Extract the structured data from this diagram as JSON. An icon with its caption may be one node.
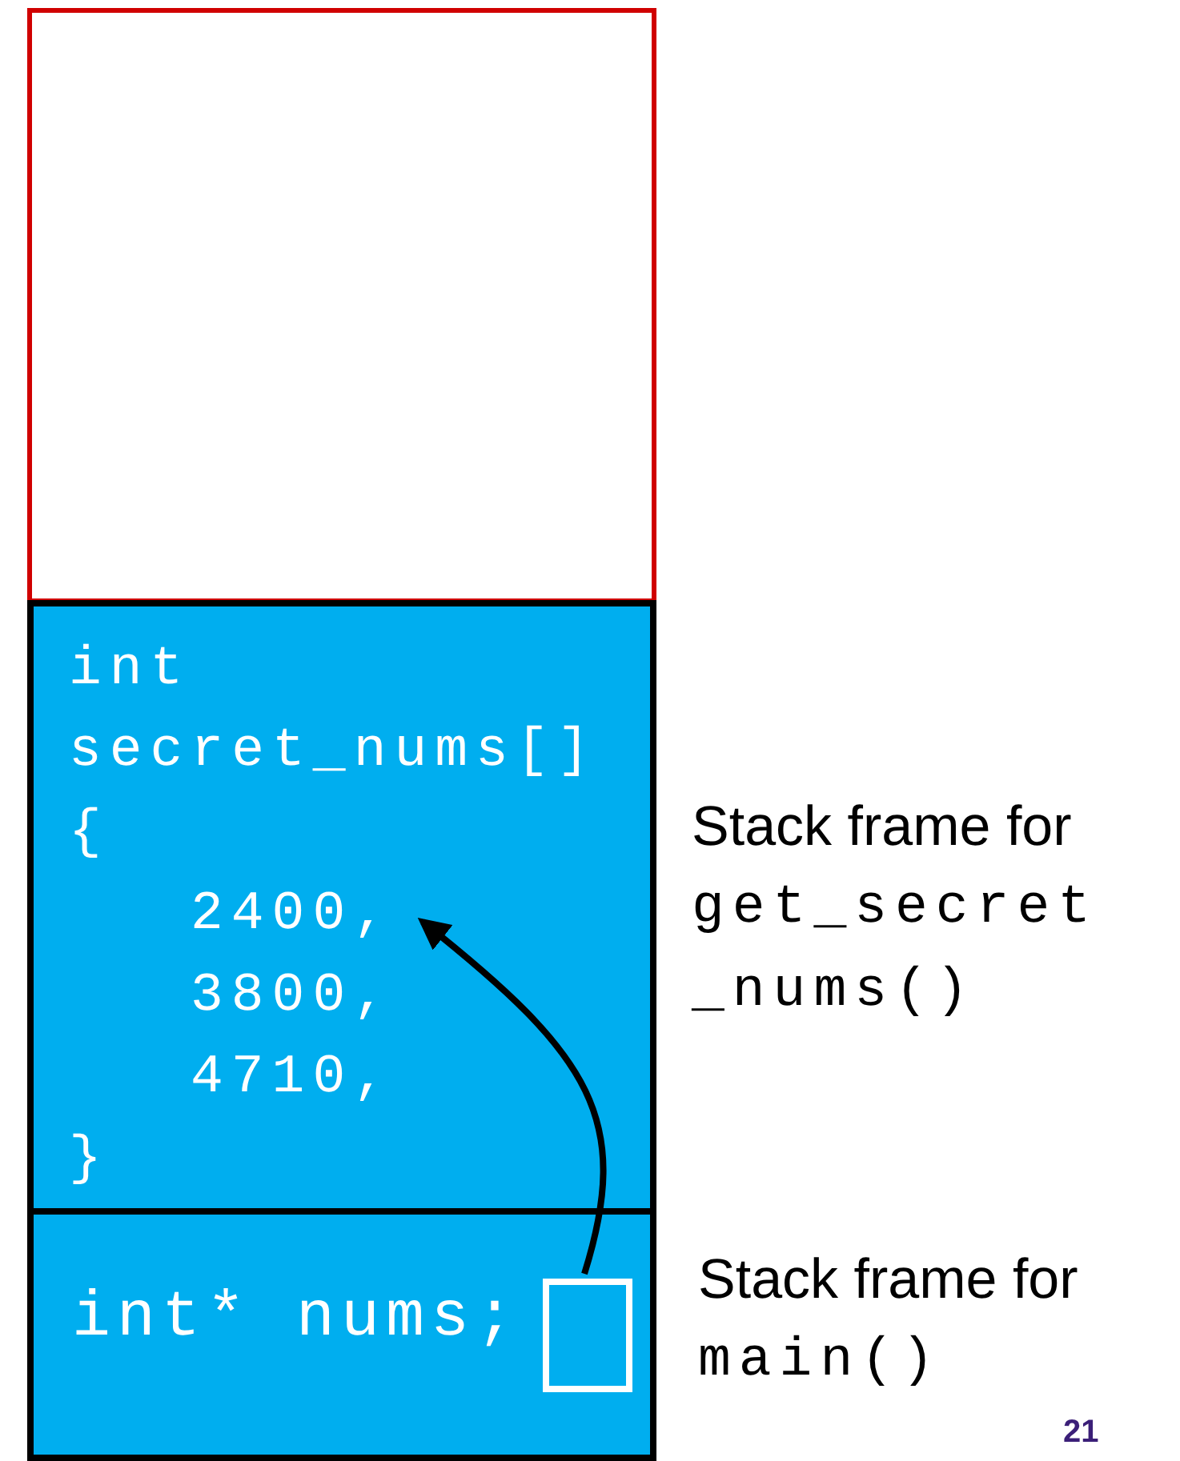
{
  "diagram": {
    "nodes": [
      {
        "text": [],
        "shape": "box"
      },
      {
        "text": [
          "int secret_nums[]",
          "{",
          "2400,",
          "3800,",
          "4710,",
          "}"
        ],
        "beside": [
          "Stack frame for",
          "get_secret_nums()"
        ]
      },
      {
        "text": [
          "int* nums;"
        ],
        "beside": [
          "Stack frame for",
          "main()"
        ]
      },
      {
        "text": [],
        "shape": "box",
        "in": 2
      }
    ],
    "edges": [
      {
        "from": 3,
        "to": 1,
        "arrow": "to"
      }
    ],
    "labels": [
      "21"
    ]
  }
}
